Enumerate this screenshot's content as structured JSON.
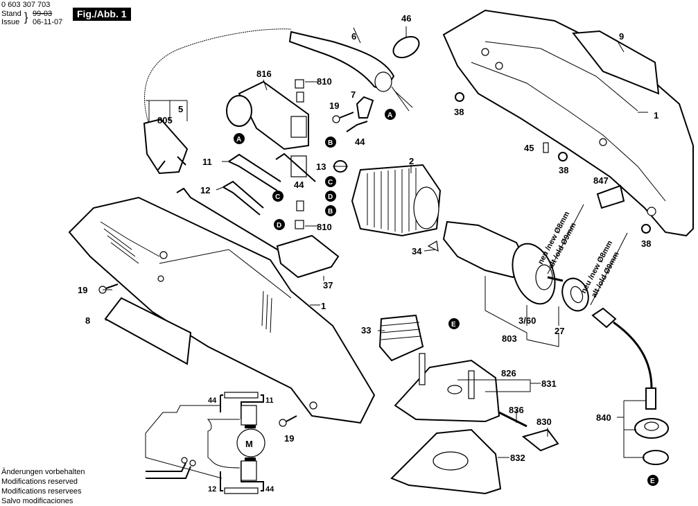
{
  "header": {
    "doc_number": "0 603 307 703",
    "stand_label": "Stand",
    "issue_label": "Issue",
    "old_date": "99-03",
    "issue_date": "06-11-07",
    "figure_label": "Fig./Abb. 1"
  },
  "footer": {
    "lines": [
      "Änderungen vorbehalten",
      "Modifications reserved",
      "Modifications reservees",
      "Salvo modificaciones"
    ]
  },
  "part_labels": [
    {
      "id": "5",
      "text": "5"
    },
    {
      "id": "805",
      "text": "805"
    },
    {
      "id": "6",
      "text": "6"
    },
    {
      "id": "46",
      "text": "46"
    },
    {
      "id": "9",
      "text": "9"
    },
    {
      "id": "816",
      "text": "816"
    },
    {
      "id": "810a",
      "text": "810"
    },
    {
      "id": "810b",
      "text": "810"
    },
    {
      "id": "19a",
      "text": "19"
    },
    {
      "id": "19b",
      "text": "19"
    },
    {
      "id": "19c",
      "text": "19"
    },
    {
      "id": "7",
      "text": "7"
    },
    {
      "id": "38a",
      "text": "38"
    },
    {
      "id": "38b",
      "text": "38"
    },
    {
      "id": "38c",
      "text": "38"
    },
    {
      "id": "1a",
      "text": "1"
    },
    {
      "id": "1b",
      "text": "1"
    },
    {
      "id": "44a",
      "text": "44"
    },
    {
      "id": "44b",
      "text": "44"
    },
    {
      "id": "11",
      "text": "11"
    },
    {
      "id": "12",
      "text": "12"
    },
    {
      "id": "13",
      "text": "13"
    },
    {
      "id": "2",
      "text": "2"
    },
    {
      "id": "45",
      "text": "45"
    },
    {
      "id": "847",
      "text": "847"
    },
    {
      "id": "34",
      "text": "34"
    },
    {
      "id": "37",
      "text": "37"
    },
    {
      "id": "8",
      "text": "8"
    },
    {
      "id": "33",
      "text": "33"
    },
    {
      "id": "3_60",
      "text": "3/60"
    },
    {
      "id": "803",
      "text": "803"
    },
    {
      "id": "27",
      "text": "27"
    },
    {
      "id": "826",
      "text": "826"
    },
    {
      "id": "831",
      "text": "831"
    },
    {
      "id": "836",
      "text": "836"
    },
    {
      "id": "830",
      "text": "830"
    },
    {
      "id": "832",
      "text": "832"
    },
    {
      "id": "840",
      "text": "840"
    }
  ],
  "reference_markers": {
    "A": "A",
    "B": "B",
    "C": "C",
    "D": "D",
    "E": "E"
  },
  "notes": {
    "new_dia": "neu /new Ø8mm",
    "old_dia": "alt /old  Ø9mm"
  },
  "wiring": {
    "motor_symbol": "M",
    "labels": {
      "top_left": "44",
      "top_right": "11",
      "bottom_left": "12",
      "bottom_right": "44"
    }
  }
}
